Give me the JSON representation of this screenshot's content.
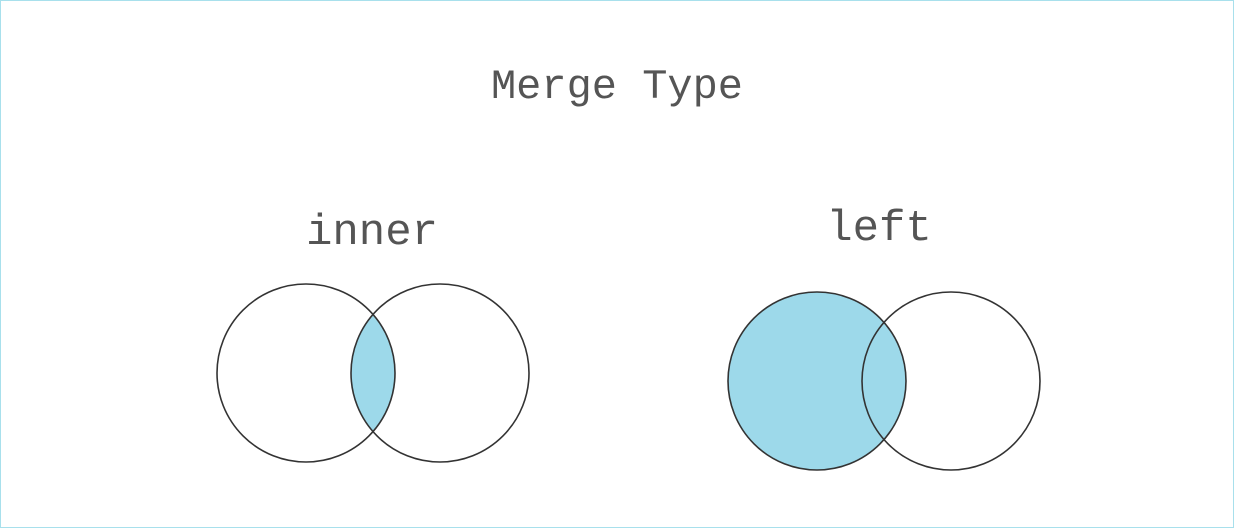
{
  "title": "Merge Type",
  "diagrams": {
    "inner": {
      "label": "inner",
      "highlight": "intersection"
    },
    "left": {
      "label": "left",
      "highlight": "left-set"
    }
  },
  "colors": {
    "fill": "#9dd9ea",
    "stroke": "#333333",
    "text": "#555555",
    "border": "#a8e0ec"
  }
}
